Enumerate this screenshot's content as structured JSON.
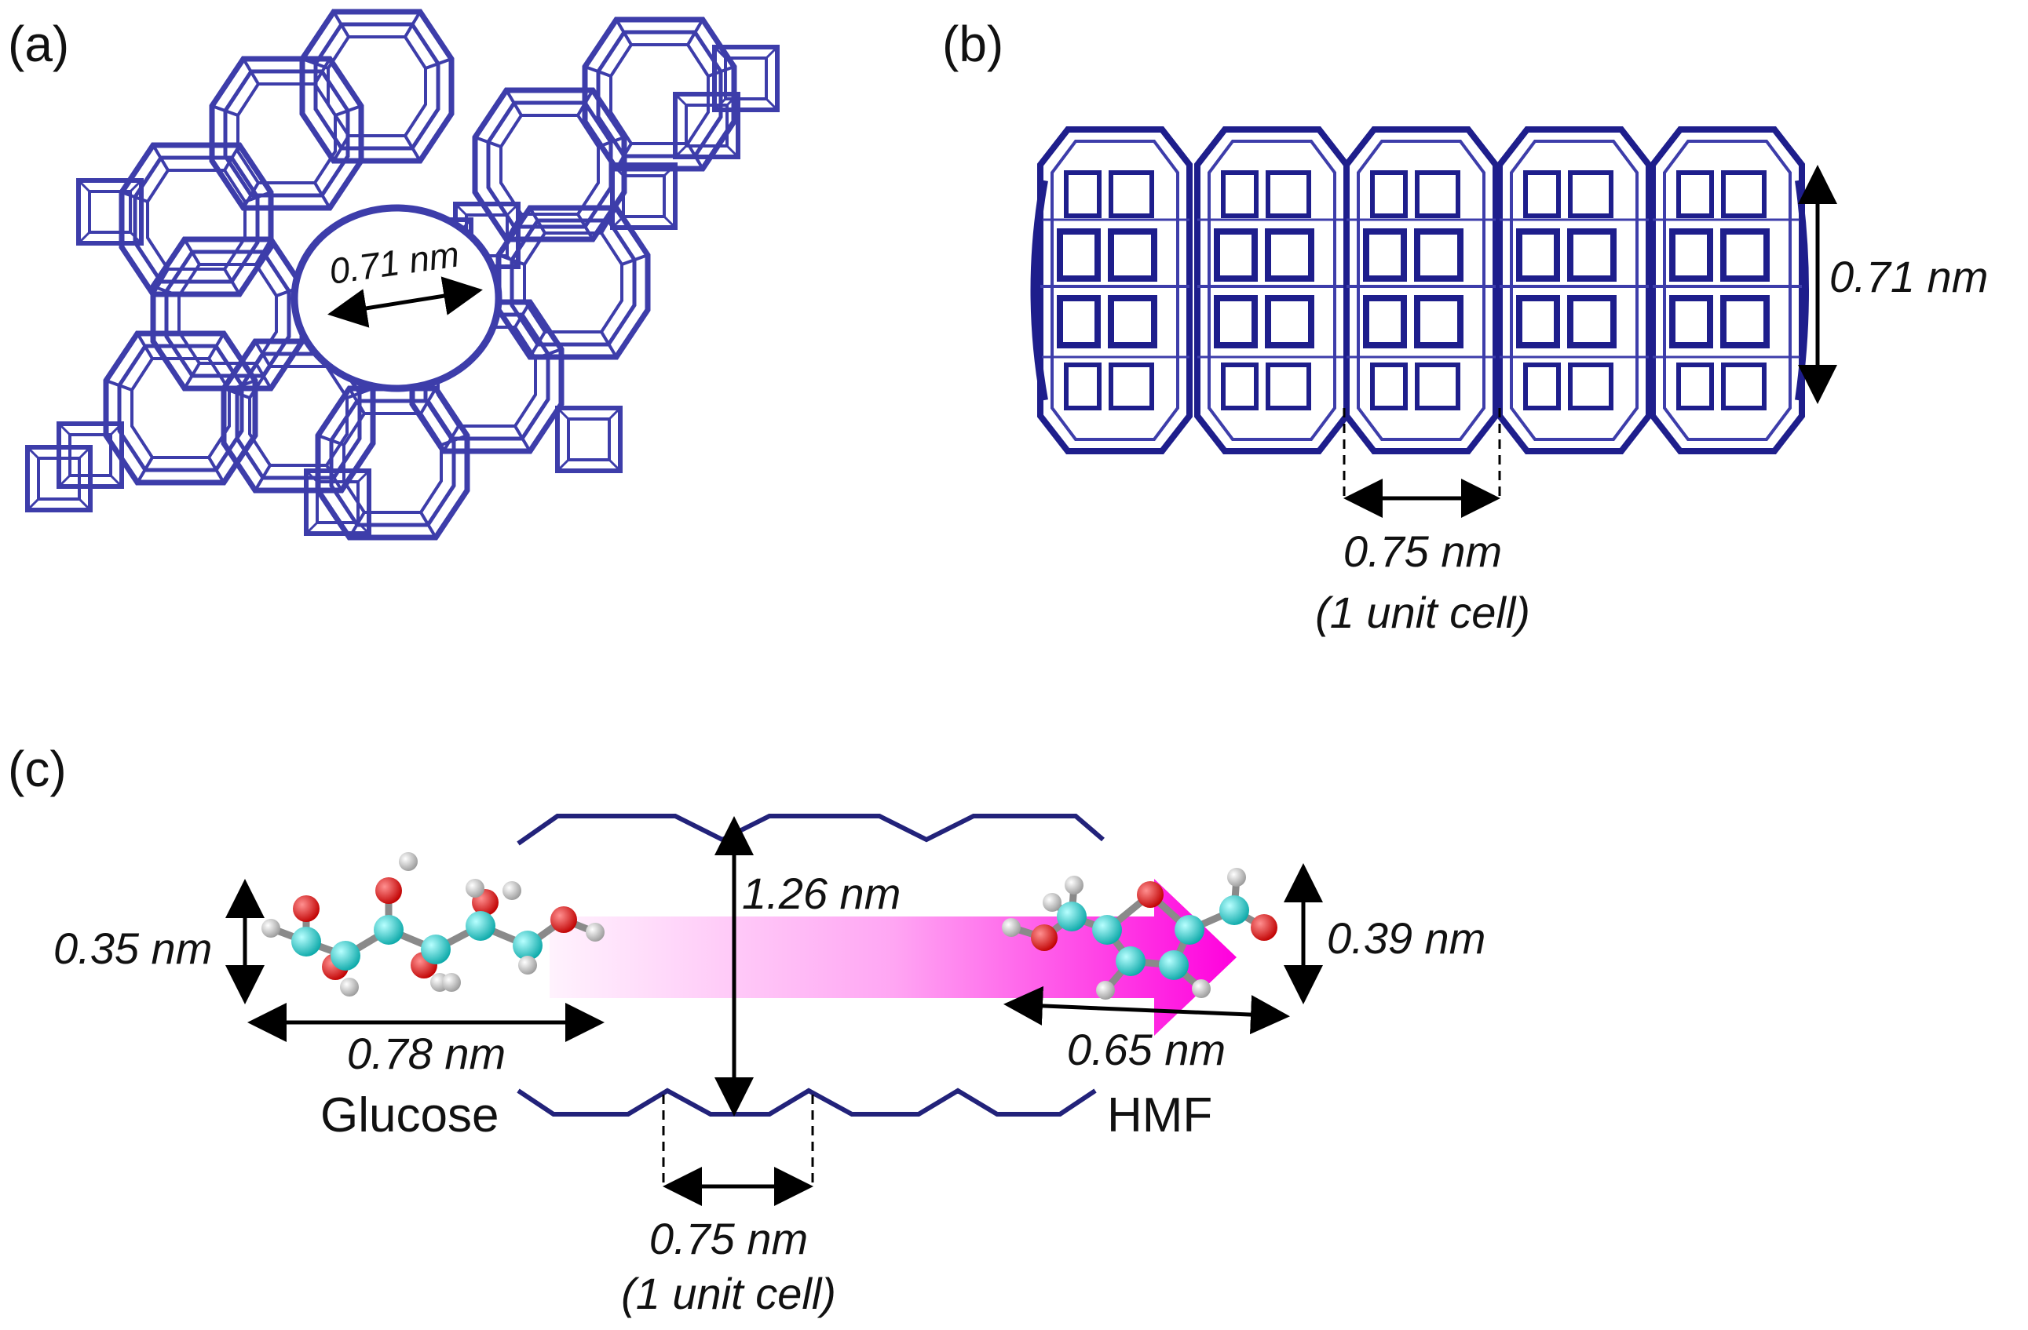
{
  "panels": {
    "a": {
      "label": "(a)",
      "pore_diameter": "0.71 nm"
    },
    "b": {
      "label": "(b)",
      "channel_height": "0.71 nm",
      "cell_length": "0.75 nm",
      "cell_note": "(1 unit cell)"
    },
    "c": {
      "label": "(c)",
      "channel_width": "1.26 nm",
      "cell_length": "0.75 nm",
      "cell_note": "(1 unit cell)",
      "glucose": {
        "name": "Glucose",
        "height": "0.35 nm",
        "length": "0.78 nm"
      },
      "hmf": {
        "name": "HMF",
        "height": "0.39 nm",
        "length": "0.65 nm"
      }
    }
  },
  "colors": {
    "framework": "#3d3daa",
    "framework_dark": "#1e1e8c",
    "channel_wall": "#22227a",
    "arrow": "#ff00dd",
    "carbon": "#19c8c8",
    "oxygen": "#e00000",
    "hydrogen": "#dcdcdc"
  }
}
